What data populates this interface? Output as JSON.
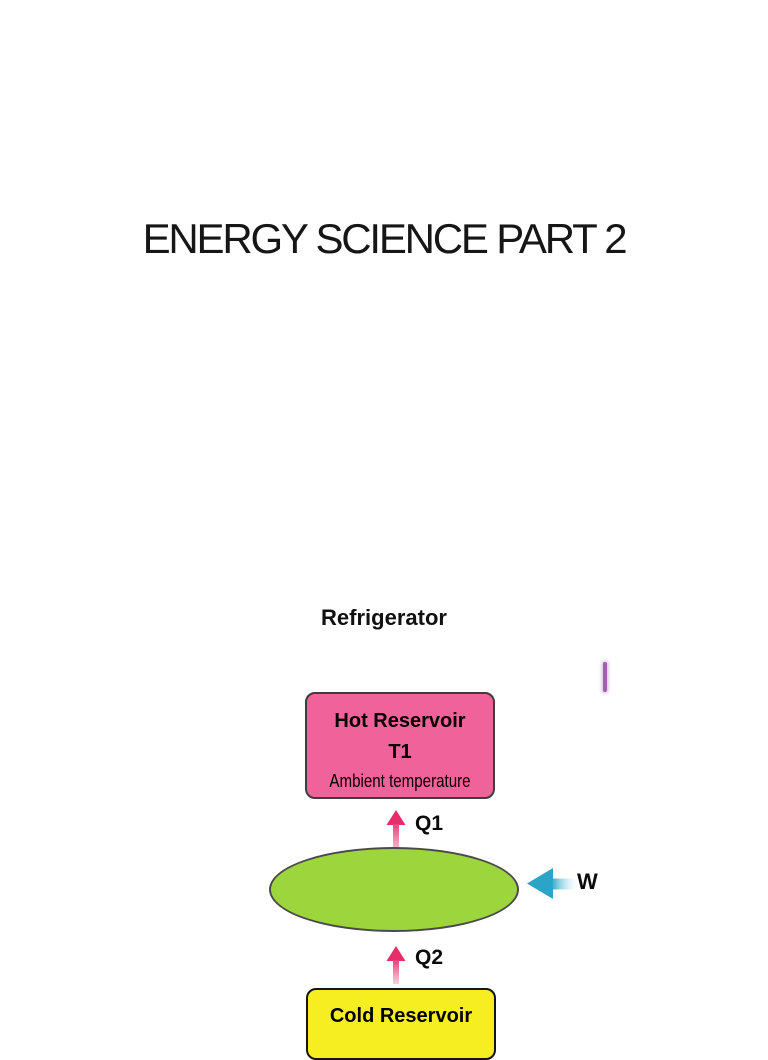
{
  "slide": {
    "title": "ENERGY SCIENCE PART 2",
    "section_heading": "Refrigerator"
  },
  "diagram": {
    "hot_reservoir": {
      "name": "Hot Reservoir",
      "temperature_label": "T1",
      "description": "Ambient temperature",
      "fill_color": "#F0639A"
    },
    "engine_ellipse": {
      "fill_color": "#9CD53C"
    },
    "cold_reservoir": {
      "name": "Cold Reservoir",
      "fill_color": "#F7EE21"
    },
    "heat_flow_top_label": "Q1",
    "heat_flow_bottom_label": "Q2",
    "work_input_label": "W",
    "arrow_colors": {
      "heat_arrow": "#E62E6B",
      "work_arrow": "#2AA5C8"
    }
  },
  "cursor": {
    "color": "#9E62AB"
  }
}
